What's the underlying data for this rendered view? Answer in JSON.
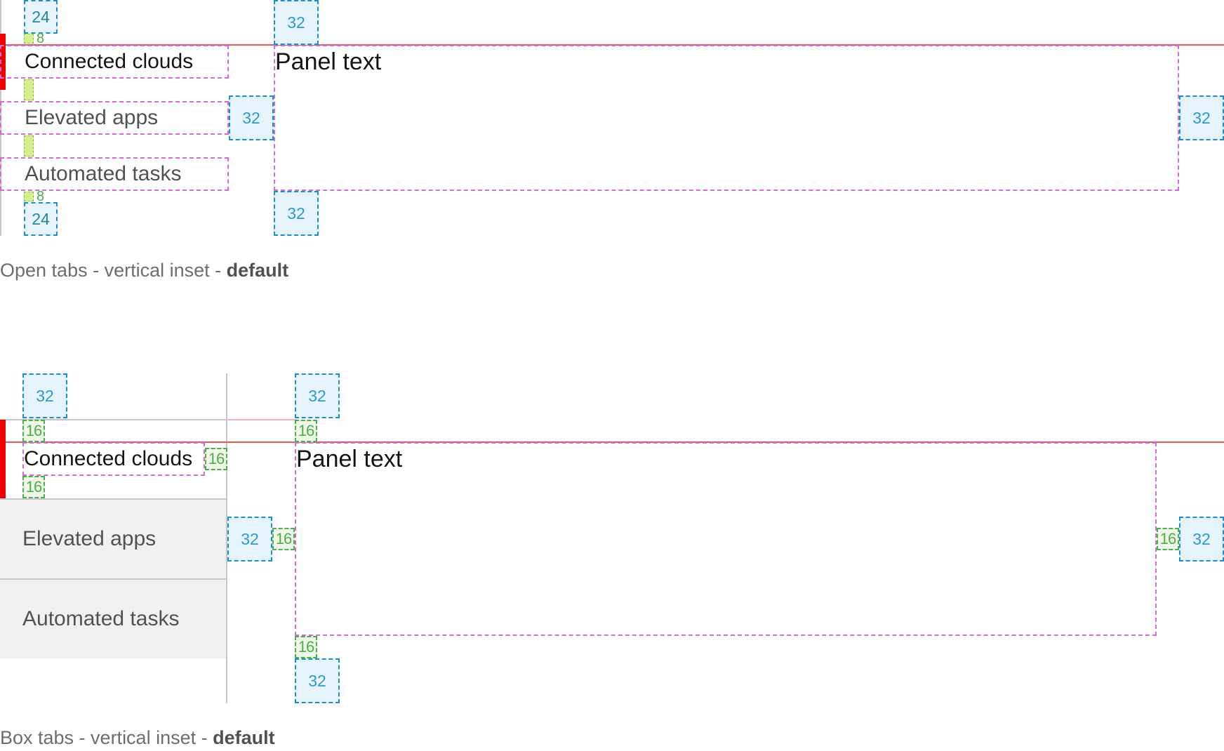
{
  "open_tabs": {
    "tabs": [
      {
        "label": "Connected clouds",
        "state": "selected"
      },
      {
        "label": "Elevated apps",
        "state": "unselected"
      },
      {
        "label": "Automated tasks",
        "state": "unselected"
      }
    ],
    "panel_text": "Panel text",
    "spacing": {
      "top": "24",
      "top_gap": "8",
      "bottom_gap": "8",
      "bottom": "24",
      "tab_to_panel": "32",
      "panel_top": "32",
      "panel_right": "32",
      "panel_bottom": "32"
    },
    "caption_prefix": "Open tabs - vertical inset - ",
    "caption_emphasis": "default"
  },
  "box_tabs": {
    "tabs": [
      {
        "label": "Connected clouds",
        "state": "selected"
      },
      {
        "label": "Elevated apps",
        "state": "unselected"
      },
      {
        "label": "Automated tasks",
        "state": "unselected"
      }
    ],
    "panel_text": "Panel text",
    "spacing": {
      "top": "32",
      "tab_padding_top": "16",
      "tab_padding_right": "16",
      "tab_padding_bottom": "16",
      "tab_to_panel": "32",
      "panel_padding_left": "16",
      "panel_top": "32",
      "panel_padding_top": "16",
      "panel_padding_right": "16",
      "panel_right": "32",
      "panel_padding_bottom": "16",
      "panel_bottom": "32"
    },
    "caption_prefix": "Box tabs - vertical inset - ",
    "caption_emphasis": "default"
  },
  "colors": {
    "accent_red": "#ee0000",
    "spacer_blue": "#2b9ad1",
    "spacer_green": "#4cae50",
    "outline_pink": "#d46ad6",
    "tab_gray_bg": "#f0f0f0"
  }
}
